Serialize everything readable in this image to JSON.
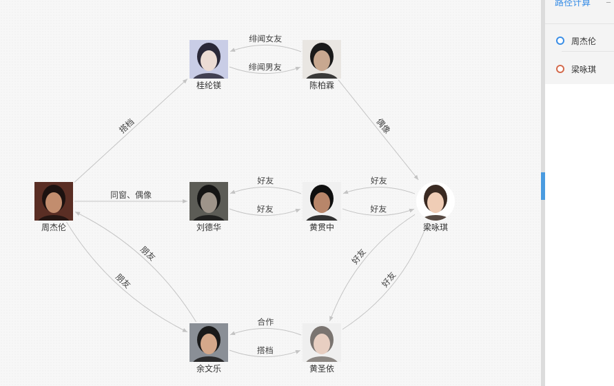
{
  "panel": {
    "title": "路径计算",
    "items": [
      {
        "label": "周杰伦",
        "color": "#3a8ee6"
      },
      {
        "label": "梁咏琪",
        "color": "#d46a4c"
      }
    ],
    "accent": "#4a9be0"
  },
  "graph": {
    "nodes": [
      {
        "id": "zjl",
        "label": "周杰伦",
        "icon": "person-photo-icon"
      },
      {
        "id": "glm",
        "label": "桂纶镁",
        "icon": "person-photo-icon"
      },
      {
        "id": "cbs",
        "label": "陈柏霖",
        "icon": "person-photo-icon"
      },
      {
        "id": "ldh",
        "label": "刘德华",
        "icon": "person-photo-icon"
      },
      {
        "id": "hgz",
        "label": "黄贯中",
        "icon": "person-photo-icon"
      },
      {
        "id": "lyq",
        "label": "梁咏琪",
        "icon": "person-photo-icon"
      },
      {
        "id": "ywl",
        "label": "余文乐",
        "icon": "person-photo-icon"
      },
      {
        "id": "hsy",
        "label": "黄圣依",
        "icon": "person-photo-icon"
      }
    ],
    "edges": [
      {
        "from": "zjl",
        "to": "glm",
        "label": "搭档"
      },
      {
        "from": "glm",
        "to": "cbs",
        "label": "绯闻男友"
      },
      {
        "from": "cbs",
        "to": "glm",
        "label": "绯闻女友"
      },
      {
        "from": "cbs",
        "to": "lyq",
        "label": "偶像"
      },
      {
        "from": "zjl",
        "to": "ldh",
        "label": "同窗、偶像"
      },
      {
        "from": "ldh",
        "to": "hgz",
        "label": "好友"
      },
      {
        "from": "hgz",
        "to": "ldh",
        "label": "好友"
      },
      {
        "from": "hgz",
        "to": "lyq",
        "label": "好友"
      },
      {
        "from": "lyq",
        "to": "hgz",
        "label": "好友"
      },
      {
        "from": "zjl",
        "to": "ywl",
        "label": "朋友"
      },
      {
        "from": "ywl",
        "to": "zjl",
        "label": "朋友"
      },
      {
        "from": "ywl",
        "to": "hsy",
        "label": "搭档"
      },
      {
        "from": "hsy",
        "to": "ywl",
        "label": "合作"
      },
      {
        "from": "hsy",
        "to": "lyq",
        "label": "好友"
      },
      {
        "from": "lyq",
        "to": "hsy",
        "label": "好友"
      }
    ]
  }
}
